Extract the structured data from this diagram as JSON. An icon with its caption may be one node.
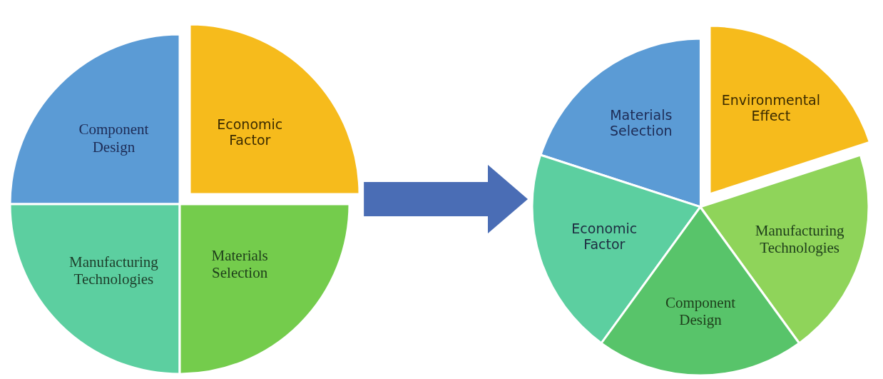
{
  "diagram": {
    "nodes": [
      {
        "text": [],
        "shape": "circle"
      },
      {
        "text": [
          "Component Design"
        ],
        "in": 0
      },
      {
        "text": [
          "Economic Factor"
        ],
        "in": 0
      },
      {
        "text": [
          "Manufacturing Technologies"
        ],
        "in": 0
      },
      {
        "text": [
          "Materials Selection"
        ],
        "in": 0
      },
      {
        "text": [],
        "shape": "circle"
      },
      {
        "text": [
          "Materials Selection"
        ],
        "in": 5
      },
      {
        "text": [
          "Environmental Effect"
        ],
        "in": 5
      },
      {
        "text": [
          "Economic Factor"
        ],
        "in": 5
      },
      {
        "text": [
          "Manufacturing Technologies"
        ],
        "in": 5
      },
      {
        "text": [
          "Component Design"
        ],
        "in": 5
      }
    ],
    "edges": [
      {
        "from": 0,
        "to": 5,
        "arrow": "to"
      }
    ]
  }
}
